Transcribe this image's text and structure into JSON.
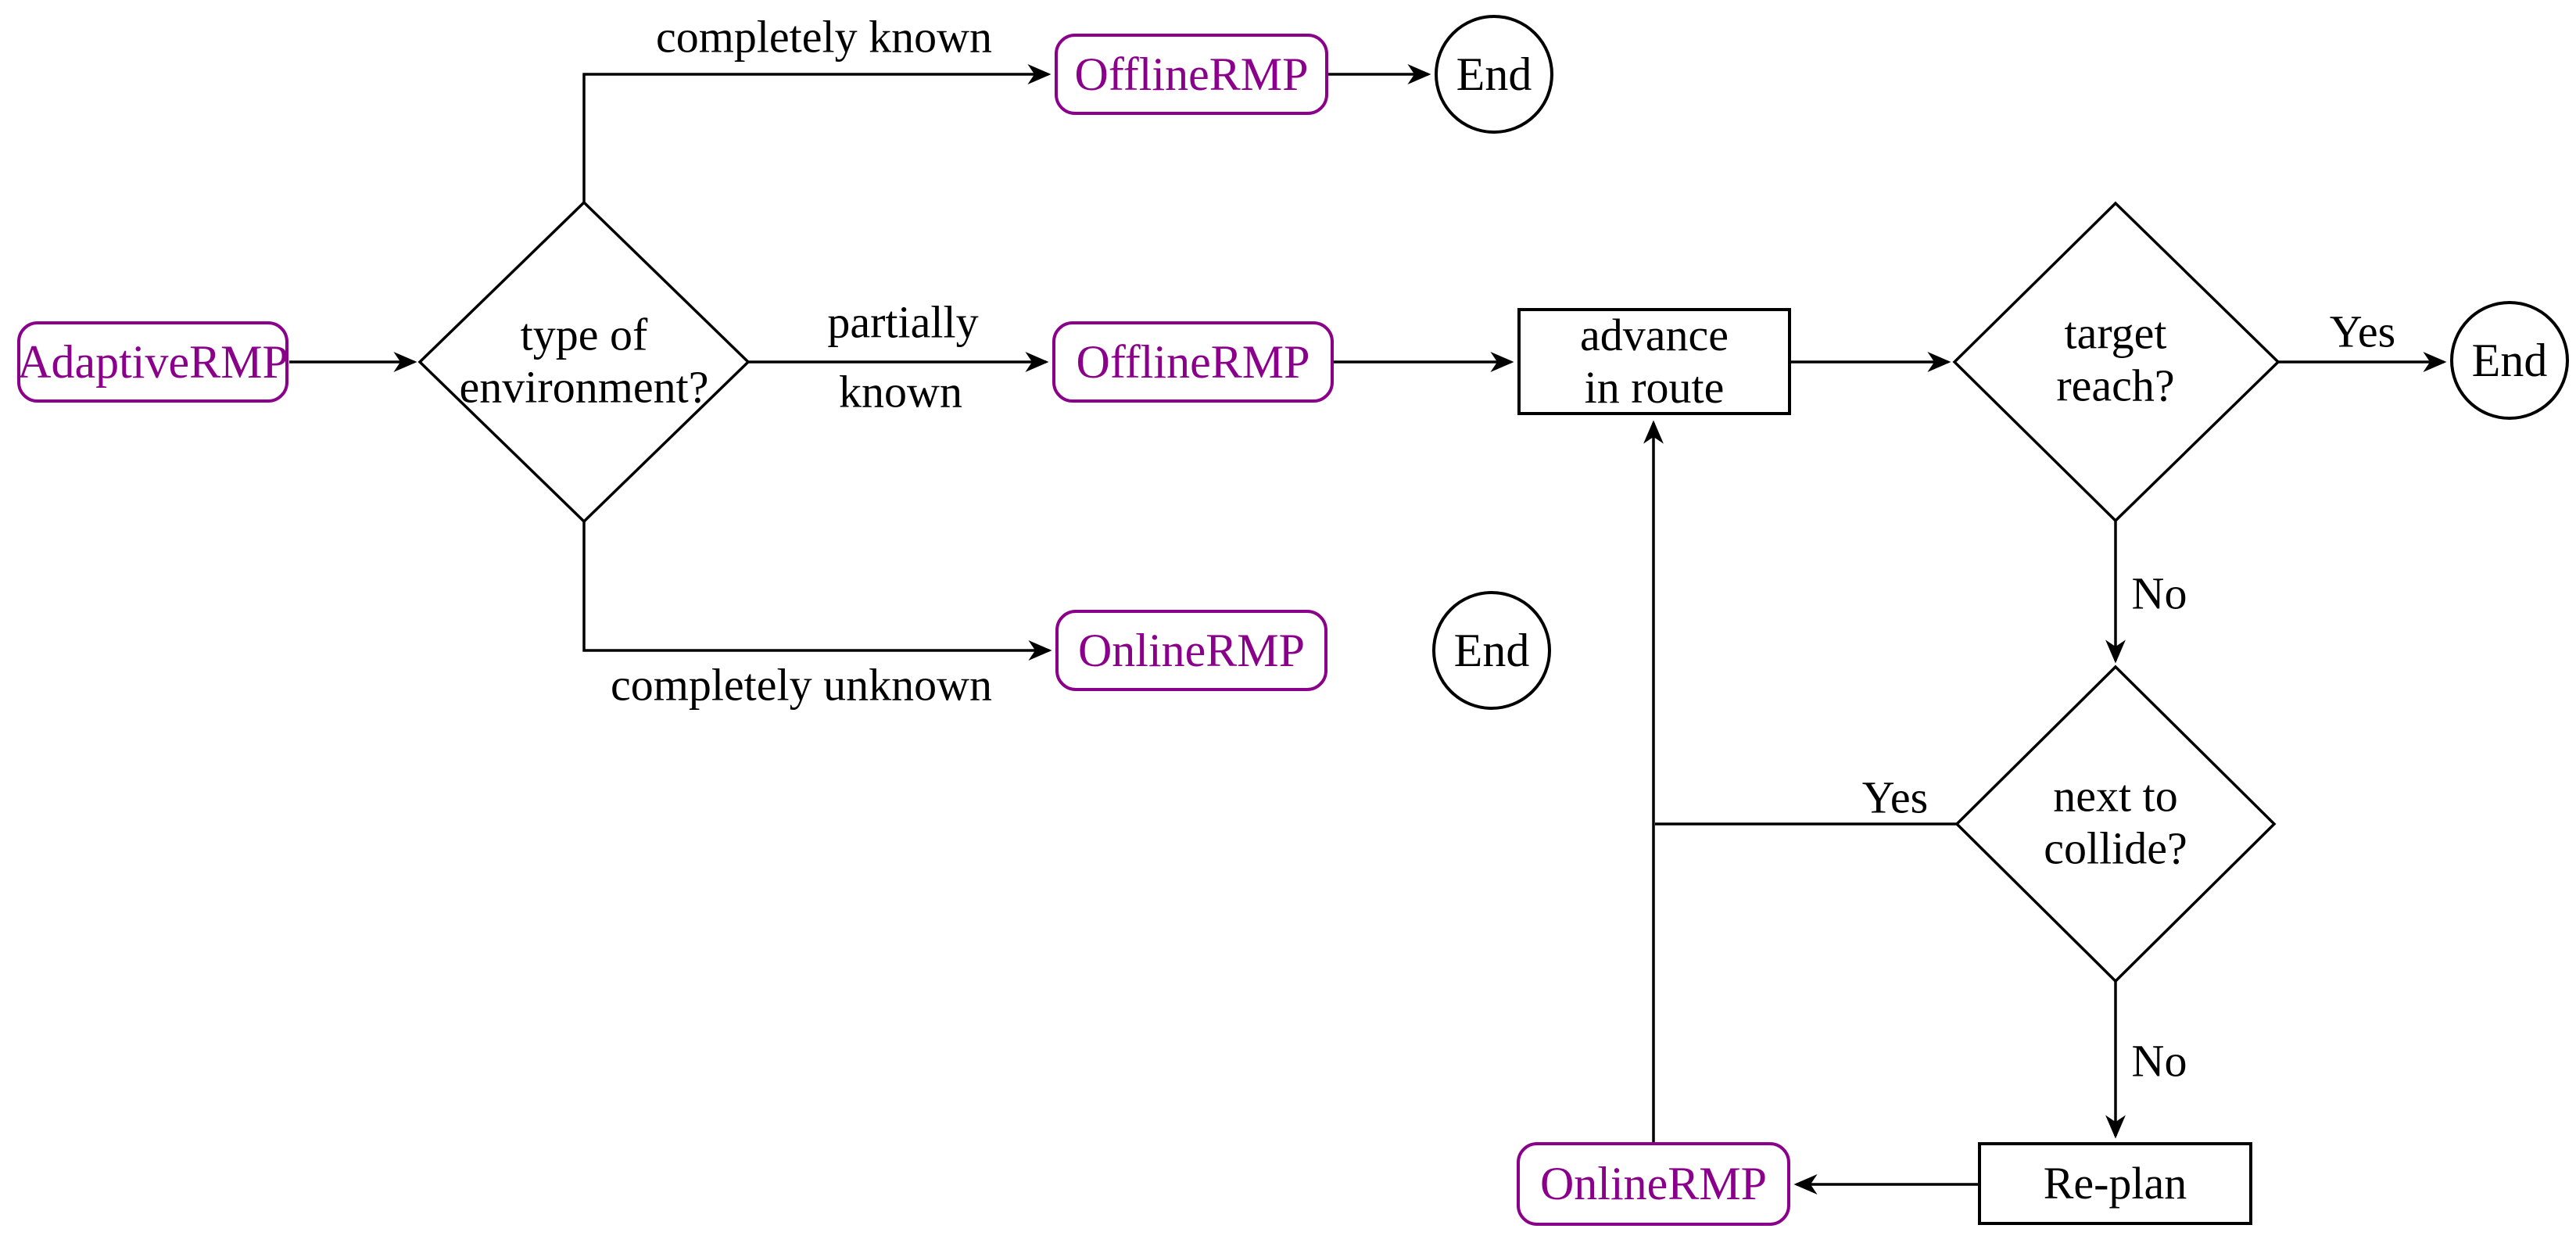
{
  "colors": {
    "accent": "#8B008B",
    "line": "#000000",
    "background": "#FFFFFF"
  },
  "nodes": {
    "adaptive": {
      "label": "AdaptiveRMP"
    },
    "env": {
      "line1": "type of",
      "line2": "environment?"
    },
    "offline_top": {
      "label": "OfflineRMP"
    },
    "end_top": {
      "label": "End"
    },
    "offline_mid": {
      "label": "OfflineRMP"
    },
    "advance": {
      "line1": "advance",
      "line2": "in route"
    },
    "target": {
      "line1": "target",
      "line2": "reach?"
    },
    "end_right": {
      "label": "End"
    },
    "online_branch": {
      "label": "OnlineRMP"
    },
    "end_bottom": {
      "label": "End"
    },
    "collide": {
      "line1": "next to",
      "line2": "collide?"
    },
    "replan": {
      "label": "Re-plan"
    },
    "online_loop": {
      "label": "OnlineRMP"
    }
  },
  "labels": {
    "completely_known": "completely known",
    "partially": "partially",
    "known": "known",
    "completely_unknown": "completely unknown",
    "yes_target": "Yes",
    "no_target": "No",
    "yes_collide": "Yes",
    "no_collide": "No"
  }
}
